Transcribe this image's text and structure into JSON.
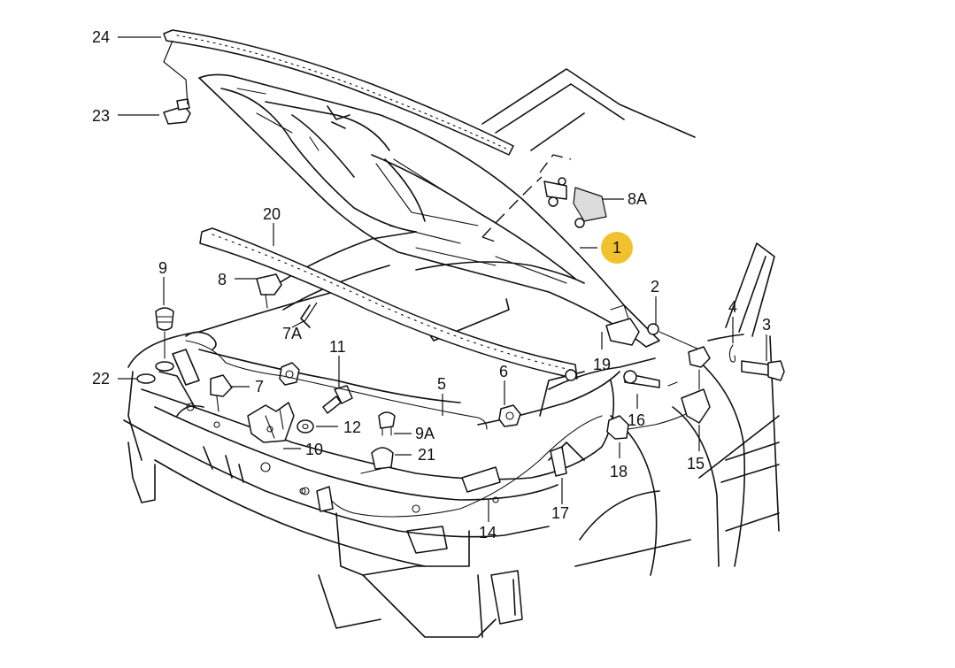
{
  "diagram": {
    "highlight_color": "#f2c12e",
    "labels": {
      "p1": "1",
      "p2": "2",
      "p3": "3",
      "p4": "4",
      "p5": "5",
      "p6": "6",
      "p7": "7",
      "p7a": "7A",
      "p8": "8",
      "p8a": "8A",
      "p9": "9",
      "p9a": "9A",
      "p10": "10",
      "p11": "11",
      "p12": "12",
      "p14": "14",
      "p15": "15",
      "p16": "16",
      "p17": "17",
      "p18": "18",
      "p19": "19",
      "p20": "20",
      "p21": "21",
      "p22": "22",
      "p23": "23",
      "p24": "24"
    }
  }
}
